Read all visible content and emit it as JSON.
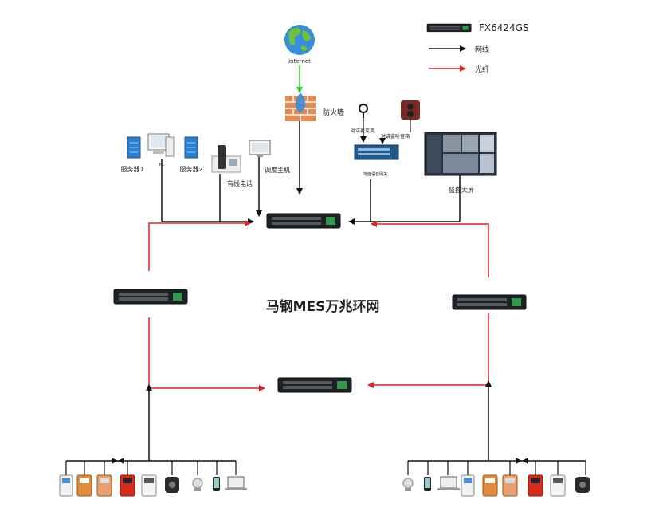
{
  "legend": {
    "switch_model": "FX6424GS",
    "network_cable": "网线",
    "optical_fiber": "光纤"
  },
  "title": "马钢MES万兆环网",
  "labels": {
    "internet": "Internet",
    "firewall": "防火墙",
    "server1": "服务器1",
    "pc": "PC",
    "server2": "服务器2",
    "wired_phone": "有线电话",
    "dispatch_host": "调度主机",
    "intercom_mic": "对讲麦克风",
    "intercom_speaker": "对讲监听音箱",
    "broadcast_gateway": "地面语音网关",
    "monitor_wall": "监控大屏"
  },
  "colors": {
    "network_cable": "#111111",
    "optical_fiber": "#e02020",
    "internet_link": "#22cc22"
  }
}
